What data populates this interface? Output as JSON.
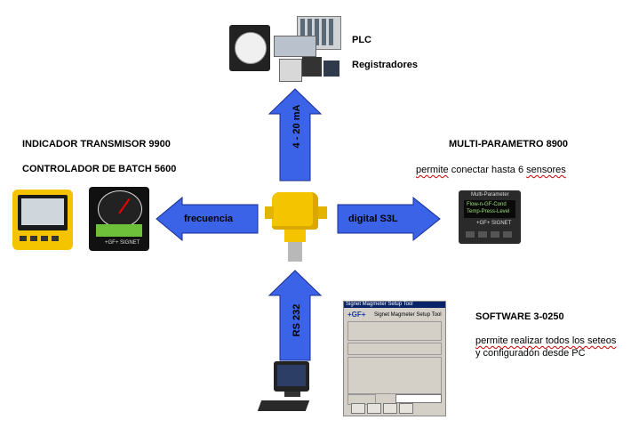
{
  "labels": {
    "plc": "PLC",
    "registradores": "Registradores",
    "indicador": "INDICADOR TRANSMISOR 9900",
    "controlador": "CONTROLADOR DE BATCH 5600",
    "multiparametro": "MULTI-PARAMETRO 8900",
    "multi_desc_pre": "permite",
    "multi_desc_post": " conectar hasta 6 ",
    "multi_desc_word": "sensores",
    "software": "SOFTWARE 3-0250",
    "soft_desc_line1": "permite realizar todos los seteos",
    "soft_desc_line2": "y configuradón desde PC"
  },
  "arrows": {
    "up": "4 - 20 mA",
    "left": "frecuencia",
    "right": "digital S3L",
    "down": "RS 232"
  },
  "software_window": {
    "title": "Signet Magmeter Setup Tool",
    "brand": "+GF+",
    "app_title": "Signet Magmeter Setup Tool"
  },
  "device_display": {
    "brand": "+GF+ SIGNET",
    "multi_title": "Multi-Parameter",
    "multi_line1": "Flow-n-GF-Cond",
    "multi_line2": "Temp-Press-Level"
  },
  "colors": {
    "arrow_fill": "#3b63e8",
    "arrow_stroke": "#1a2f8f",
    "sensor_yellow": "#f4c400"
  }
}
